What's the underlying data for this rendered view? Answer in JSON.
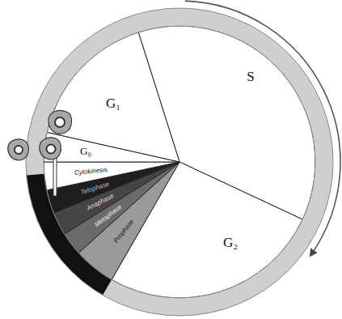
{
  "diagram": {
    "nodes": [
      {
        "text": [
          "G₁"
        ]
      },
      {
        "text": [
          "S"
        ]
      },
      {
        "text": [
          "G₂"
        ]
      },
      {
        "text": [
          "G₀"
        ]
      },
      {
        "text": [
          "Cytokinesis"
        ]
      },
      {
        "text": [
          "Telophase"
        ]
      },
      {
        "text": [
          "Anaphase"
        ]
      },
      {
        "text": [
          "Metaphase"
        ]
      },
      {
        "text": [
          "Prophase"
        ]
      }
    ]
  }
}
